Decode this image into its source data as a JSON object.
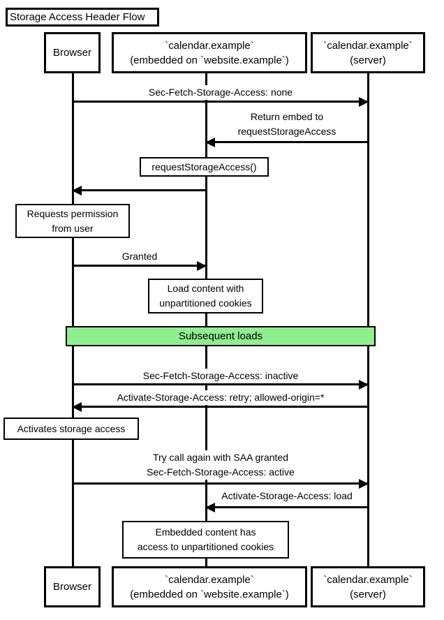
{
  "title": "Storage Access Header Flow",
  "colors": {
    "line": "#000000",
    "band_fill": "#90ee90",
    "note_fill": "#ffffff",
    "label_bg": "#ffffff"
  },
  "participants": {
    "browser": "Browser",
    "embed": "`calendar.example`\n(embedded on `website.example`)",
    "server": "`calendar.example`\n(server)"
  },
  "messages": {
    "sec_fetch_none": "Sec-Fetch-Storage-Access: none",
    "return_embed": "Return embed to\nrequestStorageAccess",
    "granted": "Granted",
    "sec_fetch_inactive": "Sec-Fetch-Storage-Access: inactive",
    "activate_retry": "Activate-Storage-Access: retry; allowed-origin=*",
    "try_again": "Try call again with SAA granted\nSec-Fetch-Storage-Access: active",
    "activate_load": "Activate-Storage-Access: load"
  },
  "notes": {
    "request_storage_access": "requestStorageAccess()",
    "requests_permission": "Requests permission\nfrom user",
    "load_content": "Load content with\nunpartitioned cookies",
    "activates_storage": "Activates storage access",
    "embedded_content": "Embedded content has\naccess to unpartitioned cookies"
  },
  "band": {
    "label": "Subsequent loads",
    "fill": "#90ee90"
  }
}
